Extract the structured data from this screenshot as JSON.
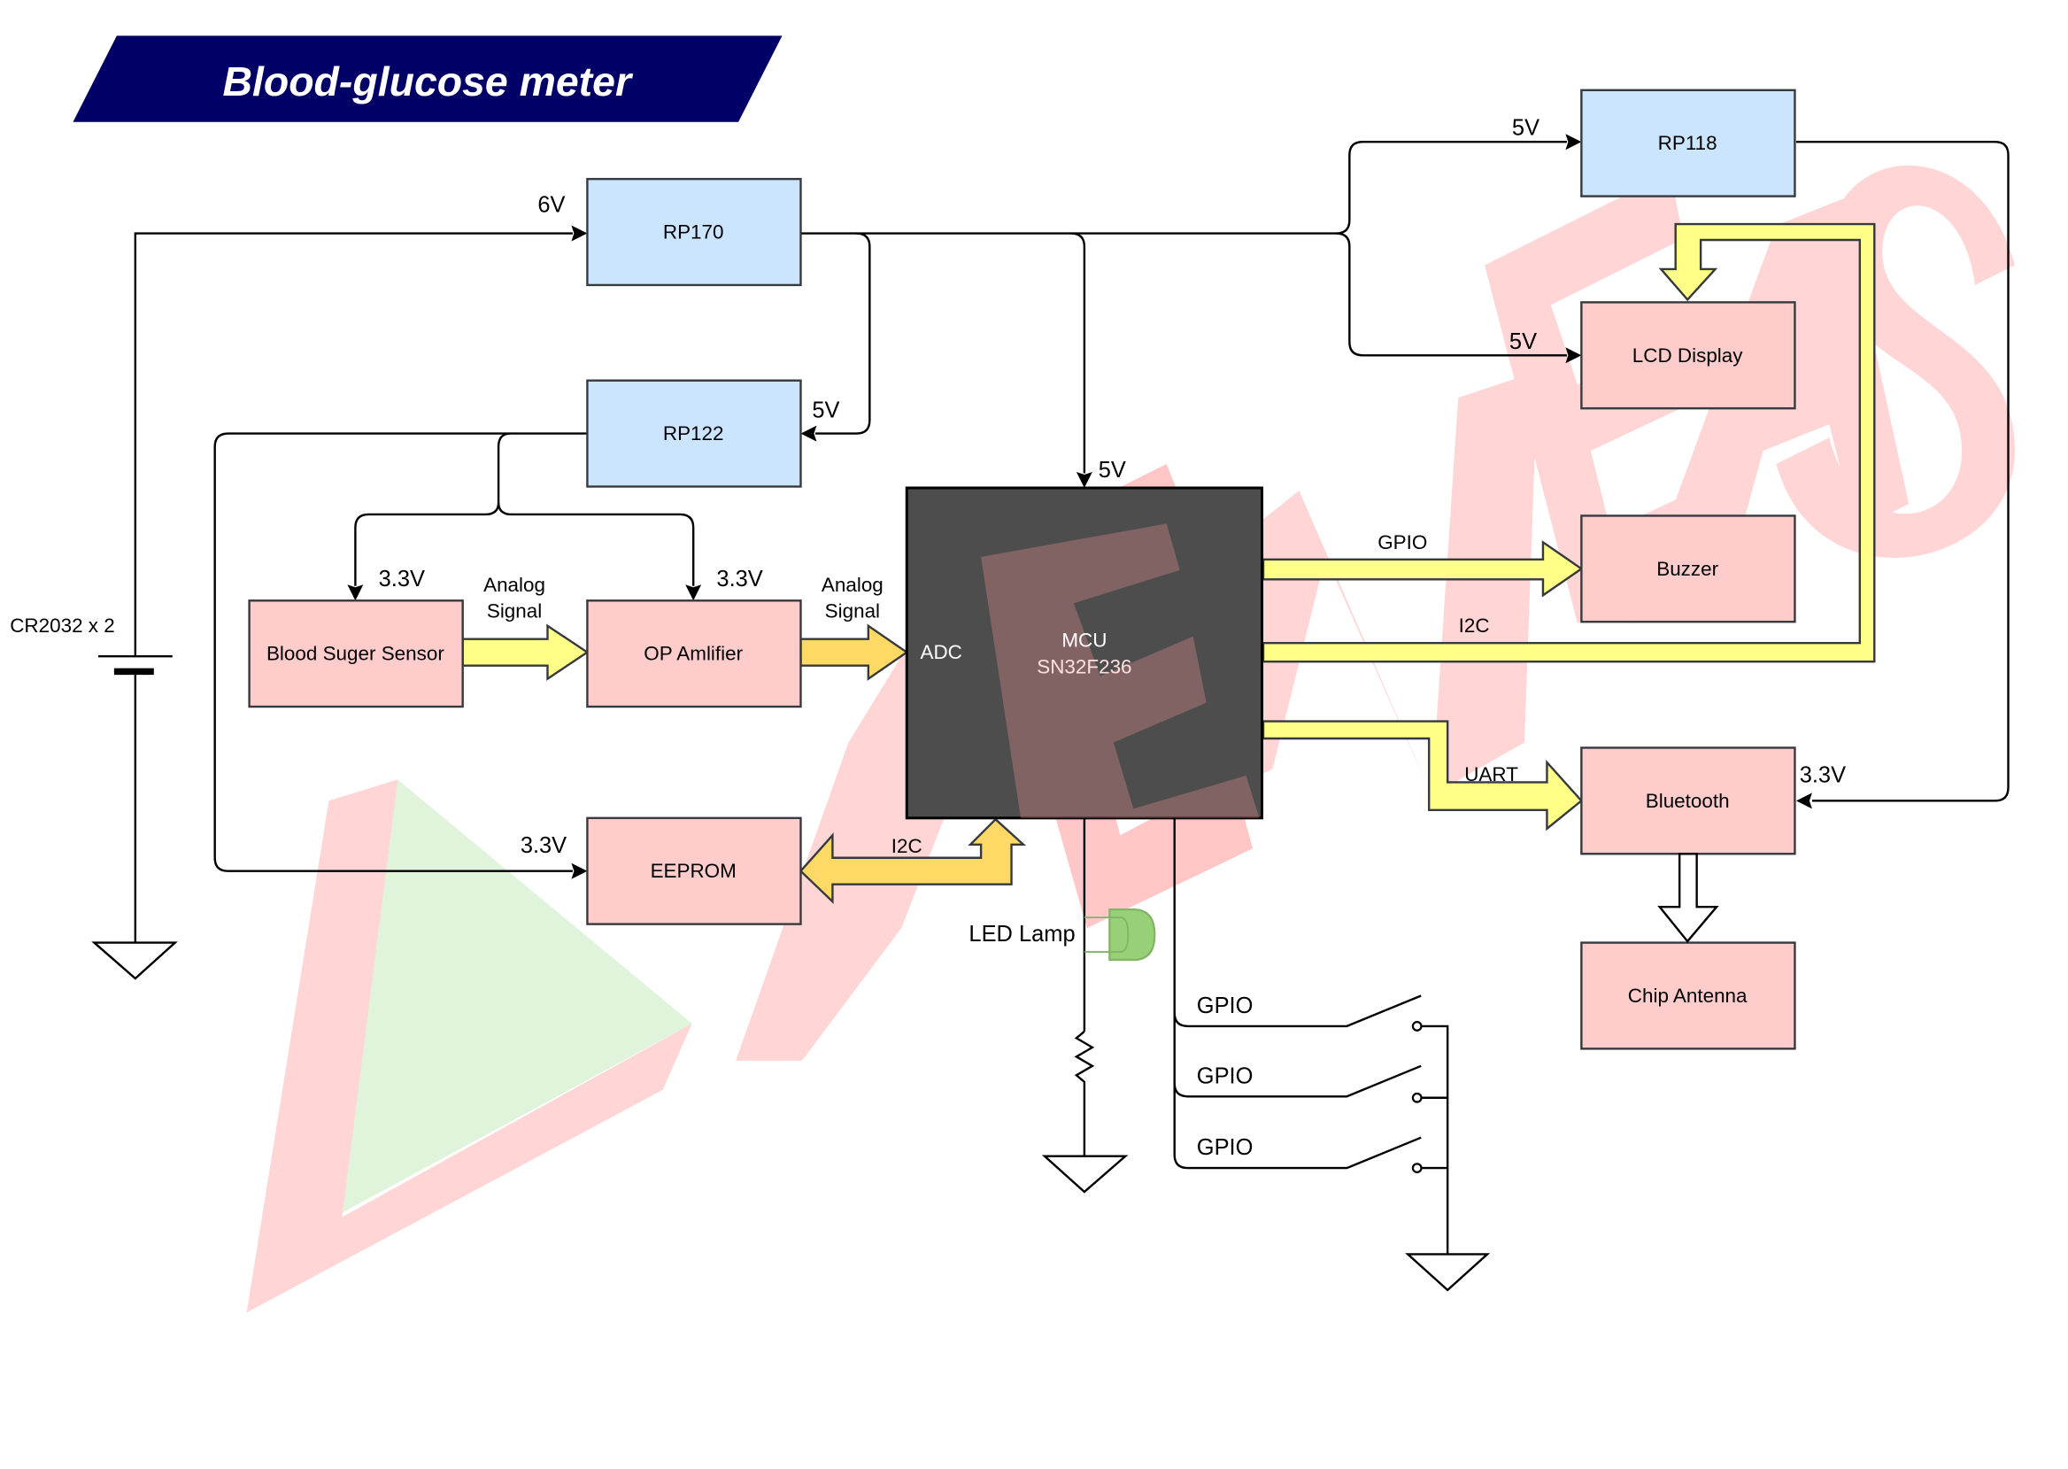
{
  "title": "Blood-glucose meter",
  "colors": {
    "title_bg": "#000066",
    "regulator_fill": "#cce5ff",
    "module_fill": "#ffcccc",
    "mcu_fill": "#4d4d4d",
    "bus_fill": "#ffff88",
    "bus_fill_alt": "#ffd966",
    "led_fill": "#97d077",
    "watermark": "#ff9999"
  },
  "battery": {
    "label": "CR2032 x 2"
  },
  "blocks": {
    "rp170": "RP170",
    "rp122": "RP122",
    "rp118": "RP118",
    "sensor": "Blood Suger Sensor",
    "opamp": "OP Amlifier",
    "eeprom": "EEPROM",
    "lcd": "LCD Display",
    "buzzer": "Buzzer",
    "bluetooth": "Bluetooth",
    "antenna": "Chip Antenna",
    "mcu_title": "MCU",
    "mcu_part": "SN32F236",
    "mcu_adc": "ADC"
  },
  "voltages": {
    "battery_to_rp170": "6V",
    "rp170_to_rp122": "5V",
    "rp170_to_mcu": "5V",
    "to_rp118": "5V",
    "to_lcd": "5V",
    "sensor": "3.3V",
    "opamp": "3.3V",
    "eeprom": "3.3V",
    "bluetooth": "3.3V"
  },
  "signals": {
    "sensor_to_opamp_1": "Analog",
    "sensor_to_opamp_2": "Signal",
    "opamp_to_mcu_1": "Analog",
    "opamp_to_mcu_2": "Signal",
    "buzzer": "GPIO",
    "lcd": "I2C",
    "bluetooth": "UART",
    "eeprom": "I2C"
  },
  "led": {
    "label": "LED Lamp"
  },
  "switches": [
    "GPIO",
    "GPIO",
    "GPIO"
  ],
  "watermark": "AENEAS"
}
